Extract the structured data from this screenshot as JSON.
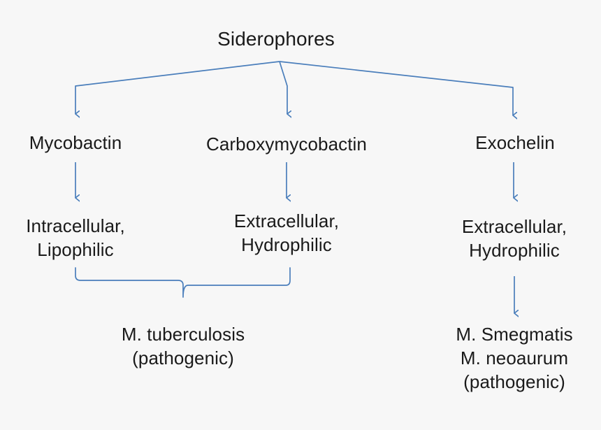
{
  "diagram": {
    "title": "Siderophores",
    "background_color": "#f7f7f7",
    "connector_color": "#4a7ebb",
    "text_color": "#1a1a1a",
    "root": {
      "label": "Siderophores"
    },
    "branches": [
      {
        "id": "mycobactin",
        "type_label": "Mycobactin",
        "property_label": "Intracellular,\nLipophilic",
        "organism_label": ""
      },
      {
        "id": "carboxymycobactin",
        "type_label": "Carboxymycobactin",
        "property_label": "Extracellular,\nHydrophilic",
        "organism_label": ""
      },
      {
        "id": "exochelin",
        "type_label": "Exochelin",
        "property_label": "Extracellular,\nHydrophilic",
        "organism_label": "M. Smegmatis\nM. neoaurum\n(pathogenic)"
      }
    ],
    "grouped_organism": {
      "label": "M. tuberculosis\n(pathogenic)",
      "groups": [
        "mycobactin",
        "carboxymycobactin"
      ]
    },
    "connectors": {
      "root-fanout": "root-fanout-connector",
      "mycobactin-arrow": "down-arrow",
      "carboxymycobactin-arrow": "down-arrow",
      "exochelin-arrow": "down-arrow",
      "group-brace": "curly-brace",
      "exochelin-organism-arrow": "down-arrow"
    }
  }
}
